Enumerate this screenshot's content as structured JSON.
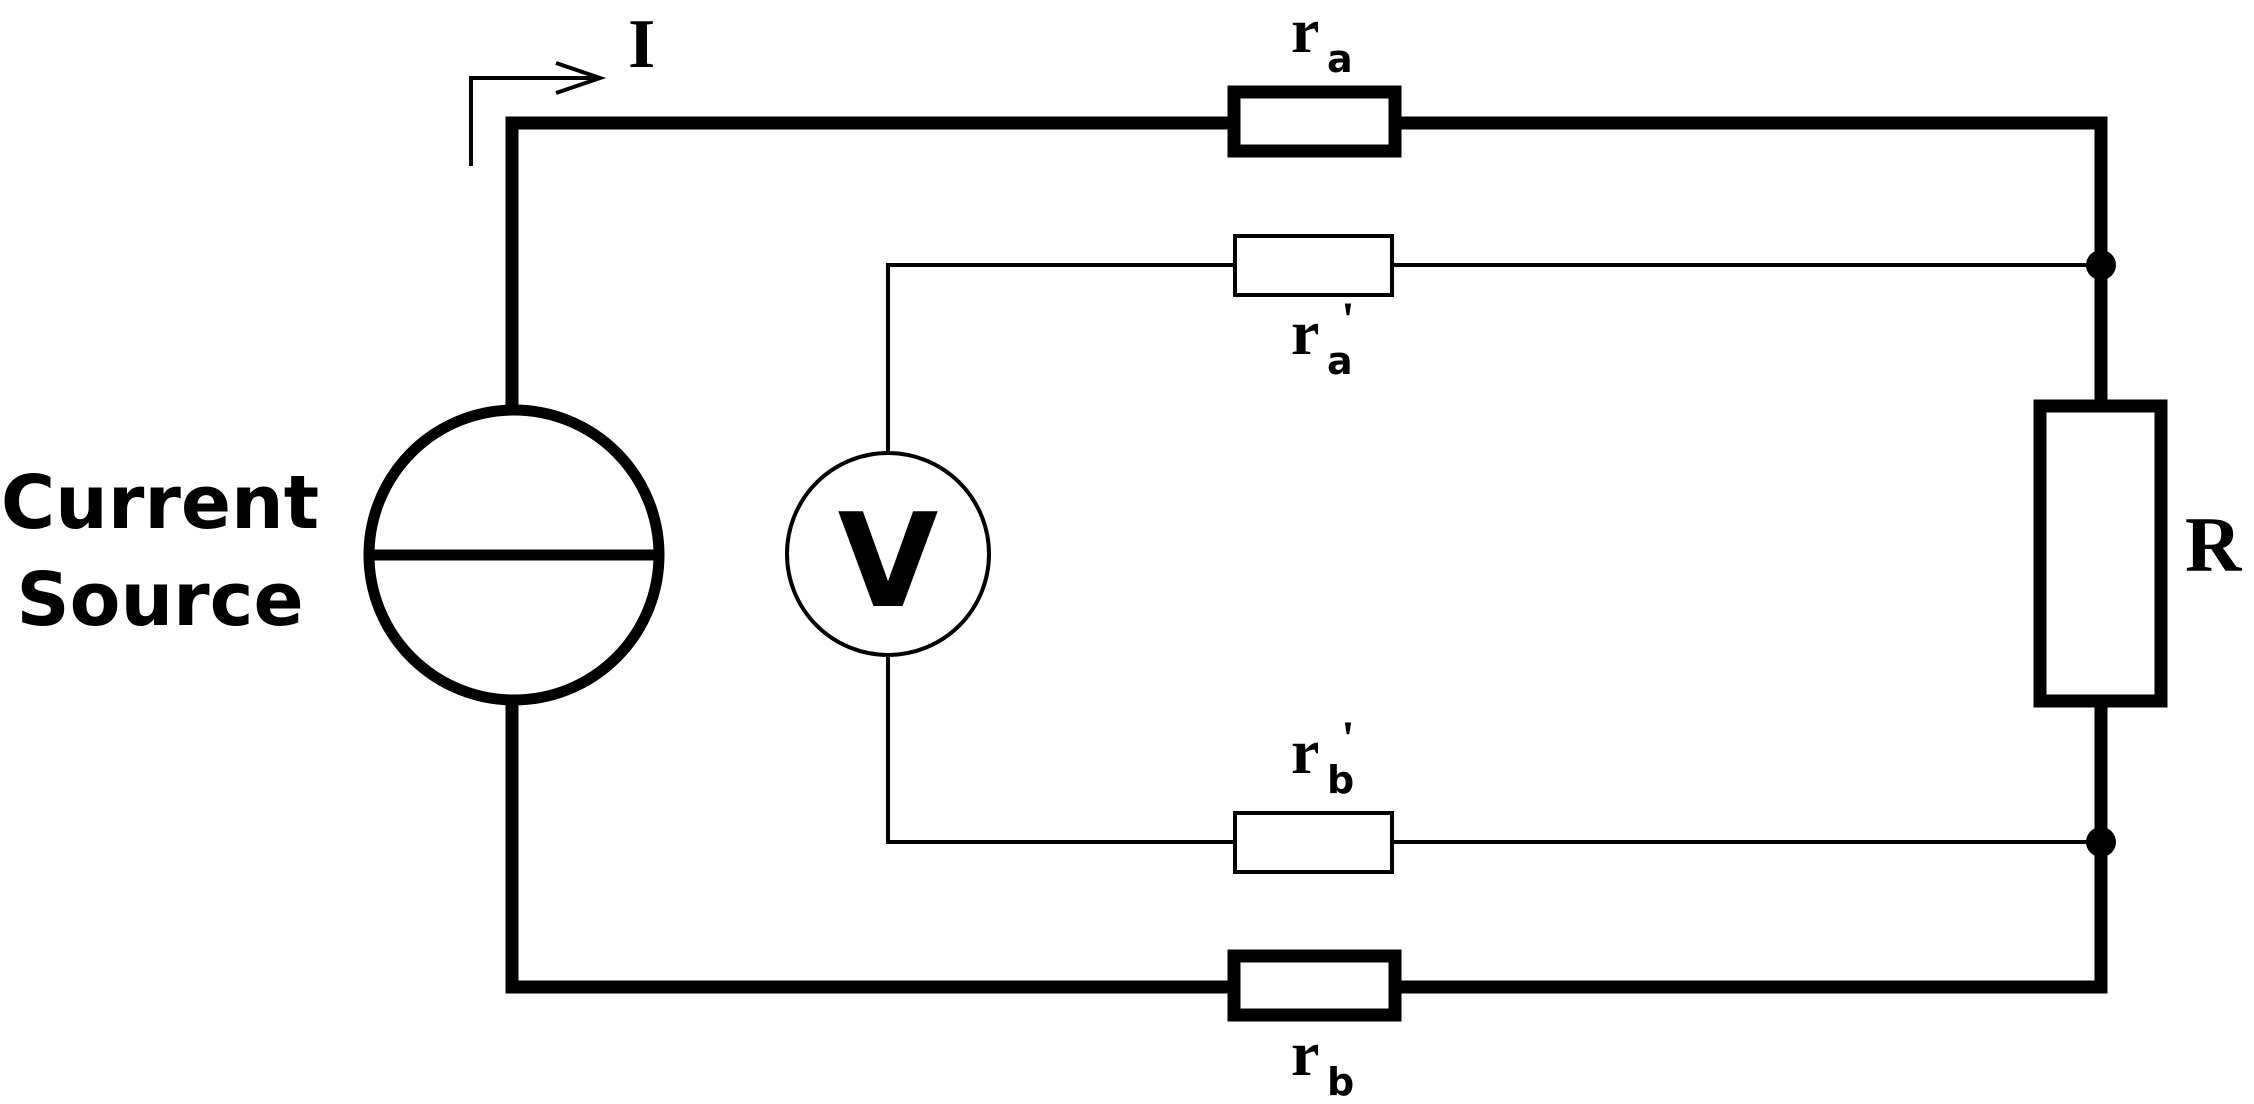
{
  "diagram": {
    "source_label_line1": "Current",
    "source_label_line2": "Source",
    "current_label": "I",
    "voltmeter_label": "V",
    "load_label": "R",
    "resistors": {
      "ra": {
        "main": "r",
        "sub": "a",
        "prime": ""
      },
      "ra_prime": {
        "main": "r",
        "sub": "a",
        "prime": "'"
      },
      "rb_prime": {
        "main": "r",
        "sub": "b",
        "prime": "'"
      },
      "rb": {
        "main": "r",
        "sub": "b",
        "prime": ""
      }
    }
  }
}
